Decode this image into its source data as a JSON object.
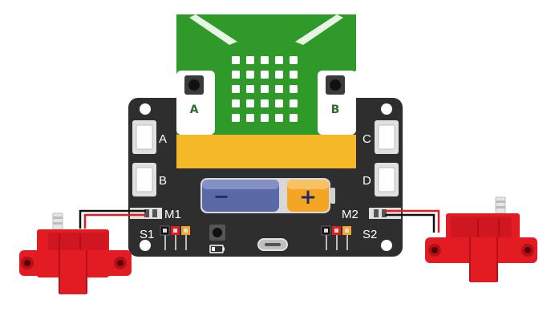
{
  "board": {
    "microbit": {
      "button_a": "A",
      "button_b": "B",
      "led_rows": 5,
      "led_cols": 5
    },
    "ports_left": [
      "A",
      "B"
    ],
    "ports_right": [
      "C",
      "D"
    ],
    "motor_left": "M1",
    "motor_right": "M2",
    "servo_left": "S1",
    "servo_right": "S2",
    "battery": {
      "minus": "−",
      "plus": "+"
    }
  },
  "colors": {
    "board": "#2e2e2e",
    "microbit_green": "#2f9a2a",
    "edge_gold": "#f5b829",
    "motor_red": "#e31c23",
    "wire_red": "#e31c23",
    "wire_black": "#111111",
    "battery_blue": "#5b6aa6",
    "battery_orange": "#f5a524"
  }
}
